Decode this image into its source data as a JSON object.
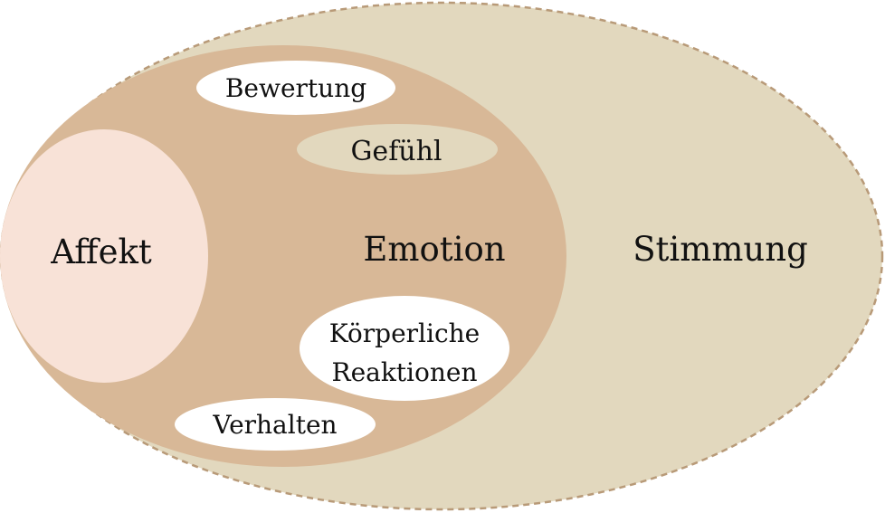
{
  "diagram": {
    "stimmung": {
      "label": "Stimmung"
    },
    "emotion": {
      "label": "Emotion"
    },
    "affekt": {
      "label": "Affekt"
    },
    "bewertung": {
      "label": "Bewertung"
    },
    "gefuehl": {
      "label": "Gefühl"
    },
    "koerperliche": {
      "line1": "Körperliche",
      "line2": "Reaktionen"
    },
    "verhalten": {
      "label": "Verhalten"
    }
  },
  "colors": {
    "stimmung_fill": "#e2d8be",
    "stimmung_border": "#b89a78",
    "emotion_fill": "#d8b897",
    "affekt_fill": "#f8e2d7",
    "gefuehl_fill": "#e2d8be",
    "component_fill": "#ffffff",
    "text": "#111111"
  }
}
